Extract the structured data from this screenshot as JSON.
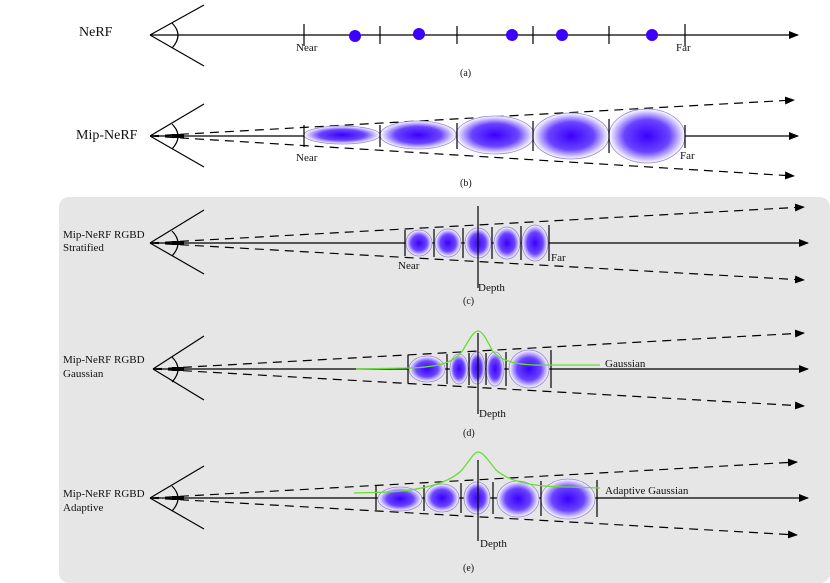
{
  "panels": [
    {
      "method": "NeRF",
      "caption": "(a)",
      "near": "Near",
      "far": "Far"
    },
    {
      "method": "Mip-NeRF",
      "caption": "(b)",
      "near": "Near",
      "far": "Far"
    },
    {
      "method_line1": "Mip-NeRF RGBD",
      "method_line2": "Stratified",
      "caption": "(c)",
      "near": "Near",
      "far": "Far",
      "depth": "Depth"
    },
    {
      "method_line1": "Mip-NeRF RGBD",
      "method_line2": "Gaussian",
      "caption": "(d)",
      "depth": "Depth",
      "curve_label": "Gaussian"
    },
    {
      "method_line1": "Mip-NeRF RGBD",
      "method_line2": "Adaptive",
      "caption": "(e)",
      "depth": "Depth",
      "curve_label": "Adaptive Gaussian"
    }
  ],
  "colors": {
    "sample": "#3b00ff",
    "curve": "#66dd33",
    "highlight_bg": "#e6e6e6",
    "line": "#000000"
  }
}
